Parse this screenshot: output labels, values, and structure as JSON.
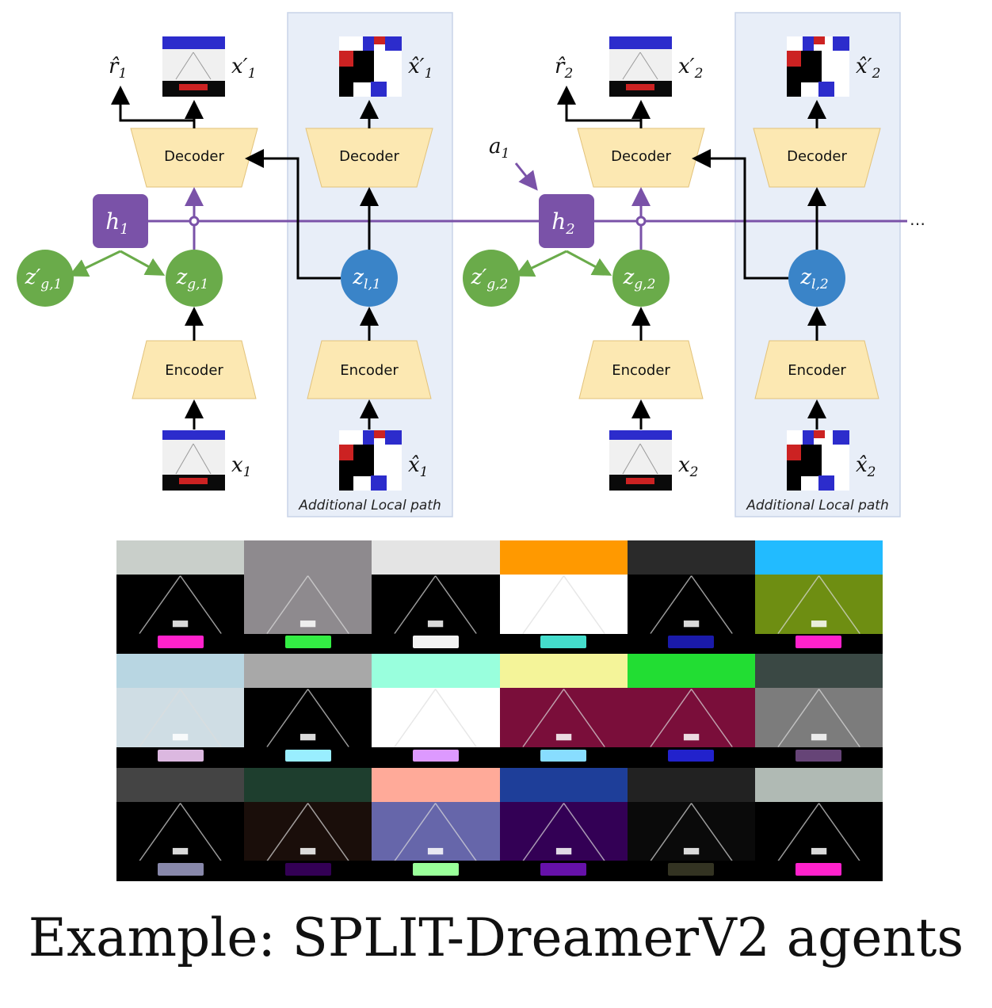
{
  "diagram": {
    "decoder_label": "Decoder",
    "encoder_label": "Encoder",
    "panel_caption": "Additional Local path",
    "ellipsis": "…",
    "steps": [
      {
        "h": "h",
        "h_sub": "1",
        "zg": "z",
        "zg_sub": "g,1",
        "zgp": "z′",
        "zgp_sub": "g,1",
        "zl": "z",
        "zl_sub": "l,1",
        "r": "r̂",
        "r_sub": "1",
        "x": "x",
        "x_sub": "1",
        "xp": "x′",
        "xp_sub": "1",
        "xh": "x̂",
        "xh_sub": "1",
        "xhp": "x̂′",
        "xhp_sub": "1"
      },
      {
        "h": "h",
        "h_sub": "2",
        "zg": "z",
        "zg_sub": "g,2",
        "zgp": "z′",
        "zgp_sub": "g,2",
        "zl": "z",
        "zl_sub": "l,2",
        "r": "r̂",
        "r_sub": "2",
        "x": "x",
        "x_sub": "2",
        "xp": "x′",
        "xp_sub": "2",
        "xh": "x̂",
        "xh_sub": "2",
        "xhp": "x̂′",
        "xhp_sub": "2"
      }
    ],
    "action": "a",
    "action_sub": "1",
    "colors": {
      "trapezoid": "#fce8b2",
      "trapezoid_stroke": "#e2c27a",
      "h_box": "#7a52a8",
      "z_global": "#6aab4a",
      "z_local": "#3a84c8",
      "panel_bg": "#e8eef8",
      "panel_border": "#c8d4e8",
      "purple_line": "#7a52a8",
      "green_arrow": "#6aab4a"
    }
  },
  "frames_grid": [
    {
      "sky": "#c9cfca",
      "road": "#000000",
      "panel": "#ff22cc"
    },
    {
      "sky": "#8e8a8e",
      "road": "#8e8a8e",
      "panel": "#33ee44"
    },
    {
      "sky": "#e4e4e4",
      "road": "#000000",
      "panel": "#f2f2f2"
    },
    {
      "sky": "#ff9900",
      "road": "#ffffff",
      "panel": "#44ddcc"
    },
    {
      "sky": "#2a2a2a",
      "road": "#000000",
      "panel": "#1a1aaa"
    },
    {
      "sky": "#22bbff",
      "road": "#6e8e12",
      "panel": "#ff22cc"
    },
    {
      "sky": "#b8d6e2",
      "road": "#cfdde4",
      "panel": "#dcb8e0"
    },
    {
      "sky": "#a8a8a8",
      "road": "#000000",
      "panel": "#99eeff"
    },
    {
      "sky": "#99ffdd",
      "road": "#ffffff",
      "panel": "#dd99ff"
    },
    {
      "sky": "#f4f499",
      "road": "#7a0e3a",
      "panel": "#88ddff"
    },
    {
      "sky": "#22dd33",
      "road": "#7a0e3a",
      "panel": "#2222cc"
    },
    {
      "sky": "#3a4844",
      "road": "#7c7c7c",
      "panel": "#664477"
    },
    {
      "sky": "#444444",
      "road": "#000000",
      "panel": "#8888aa"
    },
    {
      "sky": "#1e3e2e",
      "road": "#1a0e0a",
      "panel": "#330055"
    },
    {
      "sky": "#ffaa99",
      "road": "#6666aa",
      "panel": "#99ff99"
    },
    {
      "sky": "#1e3e99",
      "road": "#330055",
      "panel": "#6611aa"
    },
    {
      "sky": "#222222",
      "road": "#0a0a0a",
      "panel": "#333322"
    },
    {
      "sky": "#b0bab4",
      "road": "#000000",
      "panel": "#ff22cc"
    }
  ],
  "caption": "Example: SPLIT-DreamerV2 agents"
}
